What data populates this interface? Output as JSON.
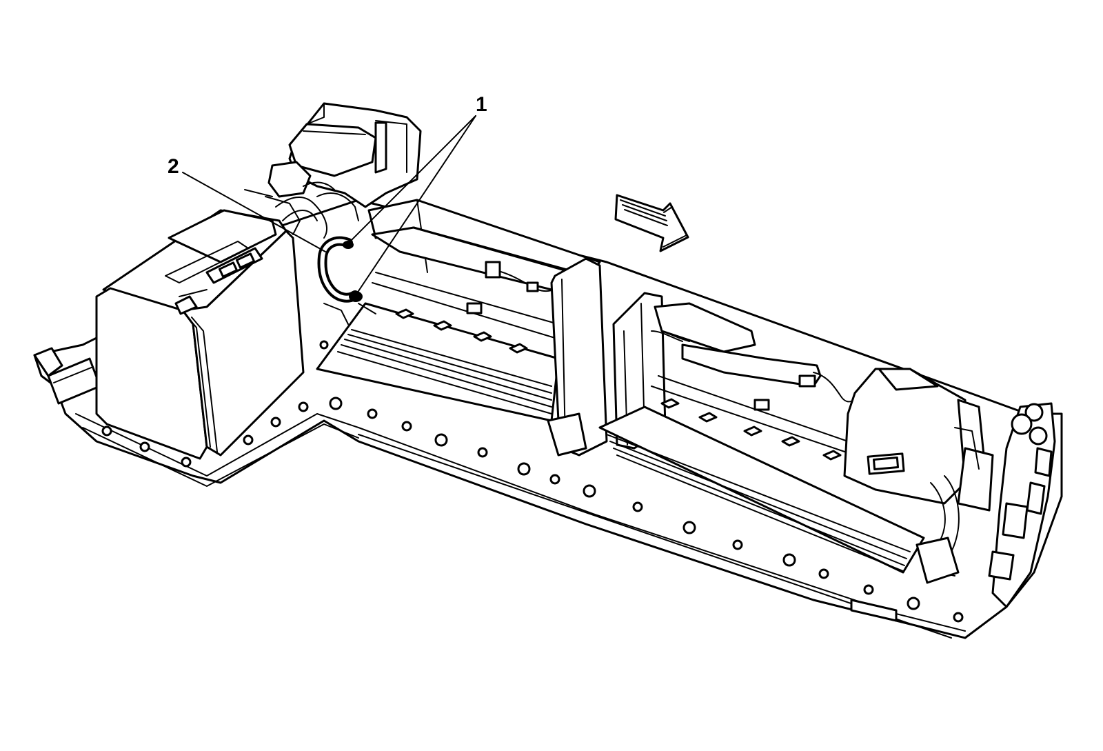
{
  "figure": {
    "callouts": [
      {
        "id": "1",
        "label": "1"
      },
      {
        "id": "2",
        "label": "2"
      }
    ],
    "arrow_icon": "direction-arrow-icon"
  }
}
